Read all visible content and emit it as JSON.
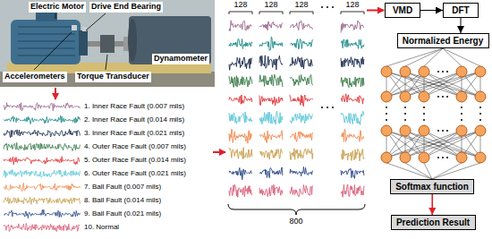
{
  "diagram": {
    "nodes": [
      {
        "text": [
          "VMD"
        ]
      },
      {
        "text": [
          "DFT"
        ]
      },
      {
        "text": [
          "Normalized Energy"
        ]
      },
      {
        "text": [
          "Softmax function"
        ]
      },
      {
        "text": [
          "Prediction Result"
        ]
      }
    ],
    "edges": [
      {
        "from": 0,
        "to": 1,
        "arrow": "to"
      },
      {
        "from": 1,
        "to": 2,
        "arrow": "to"
      },
      {
        "from": 3,
        "to": 4,
        "arrow": "to"
      }
    ],
    "labels": [
      "Electric Motor",
      "Drive End Bearing",
      "Accelerometers",
      "Torque Transducer",
      "Dynamometer",
      "128",
      "128",
      "128",
      "128",
      "800"
    ],
    "legend": [
      {
        "text": "1. Inner Race Fault (0.007 mils)"
      },
      {
        "text": "2. Inner Race Fault (0.014 mils)"
      },
      {
        "text": "3. Inner Race Fault (0.021 mils)"
      },
      {
        "text": "4. Outer Race Fault (0.007 mils)"
      },
      {
        "text": "5. Outer Race Fault (0.014 mils)"
      },
      {
        "text": "6. Outer Race Fault (0.021 mils)"
      },
      {
        "text": "7. Ball Fault (0.007 mils)"
      },
      {
        "text": "8. Ball Fault (0.014 mils)"
      },
      {
        "text": "9. Ball Fault (0.021 mils)"
      },
      {
        "text": "10. Normal"
      }
    ]
  }
}
